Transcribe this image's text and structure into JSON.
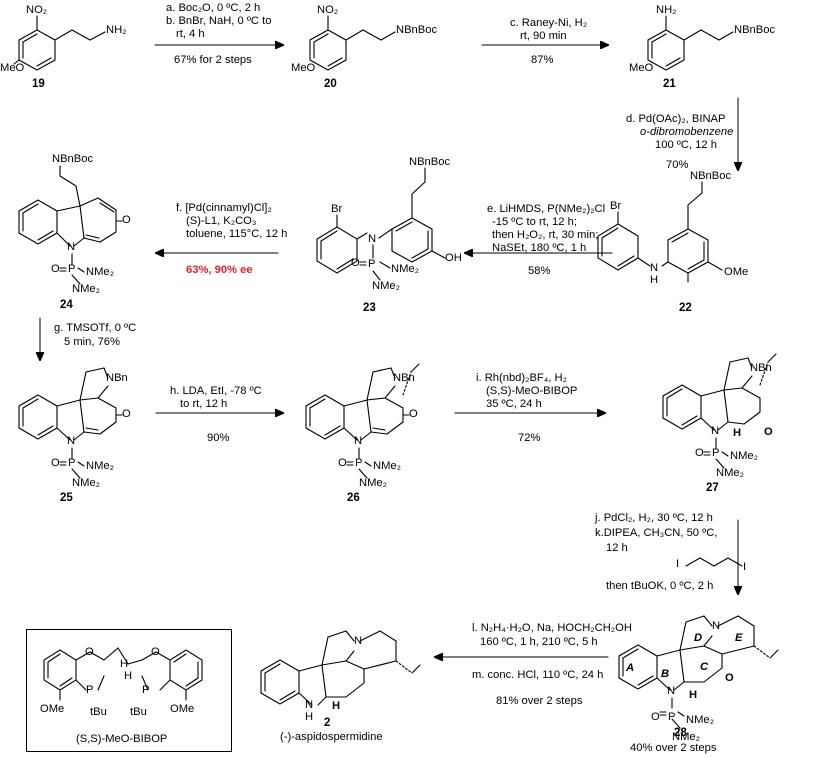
{
  "compounds": {
    "c19": "19",
    "c20": "20",
    "c21": "21",
    "c22": "22",
    "c23": "23",
    "c24": "24",
    "c25": "25",
    "c26": "26",
    "c27": "27",
    "c28": "28",
    "c2": "2"
  },
  "product_name": "(-)-aspidospermidine",
  "product_yield": "40% over 2 steps",
  "ligand_name": "(S,S)-MeO-BIBOP",
  "steps": {
    "ab": {
      "lines": [
        "a. Boc₂O, 0 ºC, 2 h",
        "b. BnBr, NaH, 0 ºC to",
        "rt, 4 h"
      ],
      "yield": "67% for 2 steps"
    },
    "c": {
      "lines": [
        "c. Raney-Ni, H₂",
        "rt, 90 min"
      ],
      "yield": "87%"
    },
    "d": {
      "lines": [
        "d. Pd(OAc)₂, BINAP",
        "o-dibromobenzene",
        "100 ºC, 12 h"
      ],
      "yield": "70%"
    },
    "e": {
      "lines": [
        "e. LiHMDS, P(NMe₂)₂Cl",
        "-15 ºC to rt, 12 h;",
        "then H₂O₂, rt, 30 min;",
        "NaSEt, 180 ºC, 1 h"
      ],
      "yield": "58%"
    },
    "f": {
      "lines": [
        "f. [Pd(cinnamyl)Cl]₂",
        "(S)-L1, K₂CO₃",
        "toluene, 115°C, 12 h"
      ],
      "yield": "63%, 90% ee"
    },
    "g": {
      "lines": [
        "g. TMSOTf, 0 ºC",
        "5 min, 76%"
      ]
    },
    "h": {
      "lines": [
        "h. LDA, EtI, -78 ºC",
        "to rt, 12 h"
      ],
      "yield": "90%"
    },
    "i": {
      "lines": [
        "i. Rh(nbd)₂BF₄, H₂",
        "(S,S)-MeO-BIBOP",
        "35 ºC, 24 h"
      ],
      "yield": "72%"
    },
    "jk": {
      "lines": [
        "j. PdCl₂, H₂, 30 ºC, 12 h",
        "k.DIPEA, CH₃CN, 50 ºC,",
        "12 h"
      ],
      "then": "then tBuOK, 0 ºC, 2 h"
    },
    "lm": {
      "lines": [
        "l. N₂H₄·H₂O, Na, HOCH₂CH₂OH",
        "160 ºC, 1 h, 210 ºC, 5 h"
      ],
      "line_m": "m. conc. HCl, 110 ºC, 24 h",
      "yield": "81% over 2 steps"
    }
  },
  "atoms": {
    "NO2": "NO₂",
    "NH2": "NH₂",
    "NH": "NH",
    "N": "N",
    "H": "H",
    "O": "O",
    "P": "P",
    "Br": "Br",
    "I": "I",
    "OH": "OH",
    "MeO": "MeO",
    "OMe": "OMe",
    "NBnBoc": "NBnBoc",
    "NBn": "NBn",
    "NMe2": "NMe₂",
    "tBu": "tBu"
  },
  "ring_labels": [
    "A",
    "B",
    "C",
    "D",
    "E"
  ],
  "colors": {
    "ink": "#000000",
    "highlight": "#e8202a"
  }
}
